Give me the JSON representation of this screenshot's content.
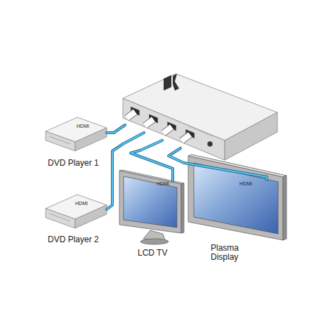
{
  "diagram": {
    "nodes": [
      {
        "text": [
          "DVD Player 1"
        ]
      },
      {
        "text": [
          "DVD Player 2"
        ]
      },
      {
        "text": [
          "LCD TV"
        ]
      },
      {
        "text": [
          "Plasma Display"
        ]
      }
    ],
    "labels": [
      "HDMI",
      "HDMI",
      "HDMI",
      "HDMI"
    ]
  }
}
